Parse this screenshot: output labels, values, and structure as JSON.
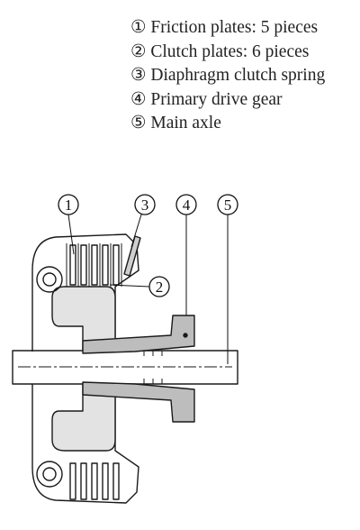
{
  "legend": [
    {
      "label": "① Friction plates: 5 pieces"
    },
    {
      "label": "② Clutch plates: 6 pieces"
    },
    {
      "label": "③ Diaphragm clutch spring"
    },
    {
      "label": "④ Primary drive gear"
    },
    {
      "label": "⑤ Main axle"
    }
  ],
  "callouts": [
    "1",
    "2",
    "3",
    "4",
    "5"
  ]
}
